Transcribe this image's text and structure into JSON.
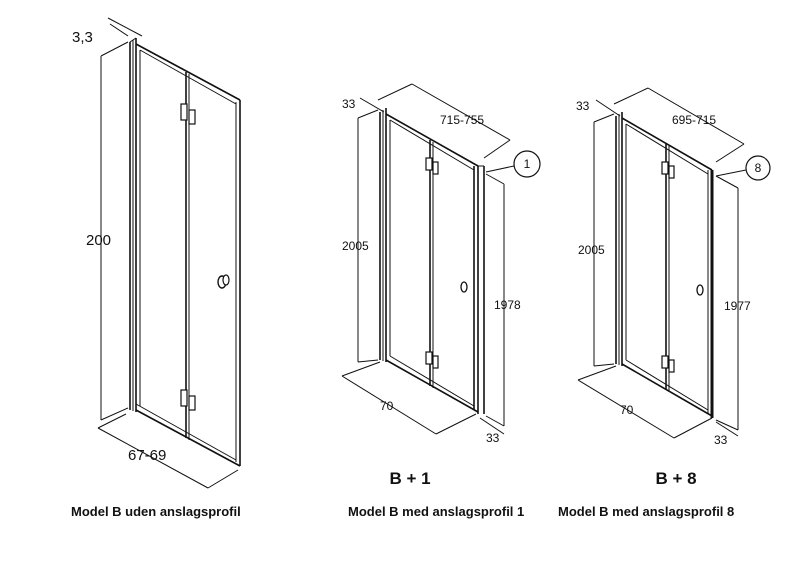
{
  "diagrams": [
    {
      "caption": "Model B uden anslagsprofil",
      "model_label": "",
      "dimensions": {
        "thickness": "3,3",
        "height": "200",
        "width": "67-69"
      }
    },
    {
      "caption": "Model B med anslagsprofil 1",
      "model_label": "B + 1",
      "callout": "1",
      "dimensions": {
        "profile_depth_top": "33",
        "opening": "715-755",
        "total_height": "2005",
        "door_height": "1978",
        "depth": "70",
        "profile_depth_bottom": "33"
      }
    },
    {
      "caption": "Model B med anslagsprofil 8",
      "model_label": "B + 8",
      "callout": "8",
      "dimensions": {
        "profile_depth_top": "33",
        "opening": "695-715",
        "total_height": "2005",
        "door_height": "1977",
        "depth": "70",
        "profile_depth_bottom": "33"
      }
    }
  ]
}
